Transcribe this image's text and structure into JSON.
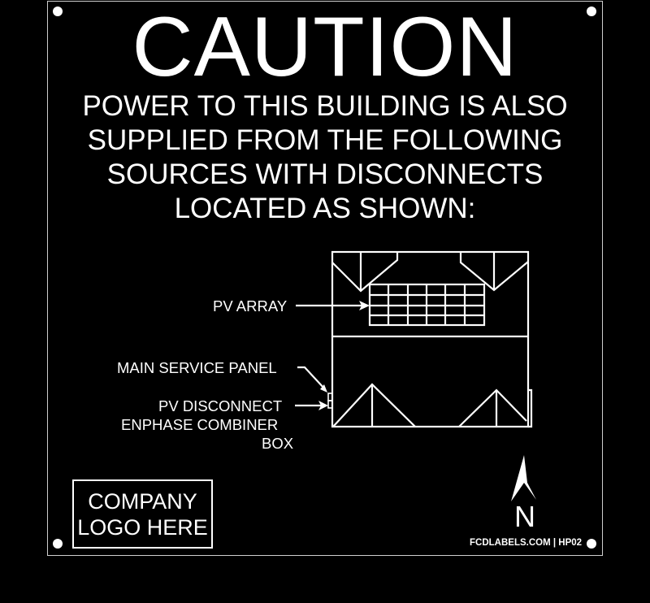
{
  "sign": {
    "title": "CAUTION",
    "body_lines": [
      "POWER TO THIS BUILDING IS ALSO",
      "SUPPLIED FROM THE FOLLOWING",
      "SOURCES WITH DISCONNECTS",
      "LOCATED AS SHOWN:"
    ],
    "background_color": "#000000",
    "text_color": "#ffffff"
  },
  "diagram": {
    "labels": {
      "pv_array": "PV ARRAY",
      "main_service_panel": "MAIN SERVICE PANEL",
      "pv_disconnect": "PV DISCONNECT",
      "combiner_line1": "ENPHASE COMBINER",
      "combiner_line2": "BOX"
    },
    "pv_array_grid": {
      "columns": 6,
      "rows": 4
    },
    "north_label": "N"
  },
  "logo": {
    "line1": "COMPANY",
    "line2": "LOGO HERE"
  },
  "footer": {
    "text": "FCDLABELS.COM | HP02"
  }
}
